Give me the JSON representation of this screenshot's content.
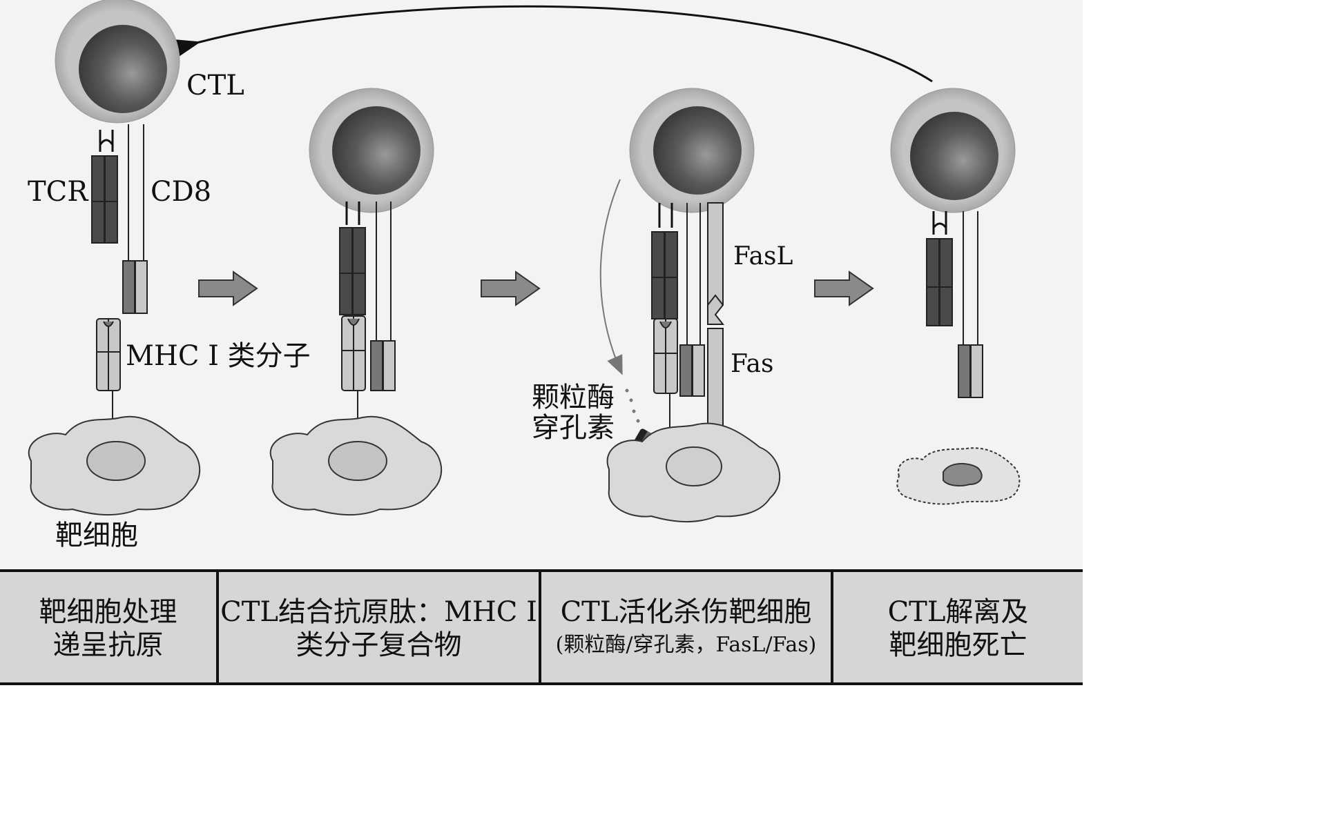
{
  "labels": {
    "ctl": "CTL",
    "tcr": "TCR",
    "cd8": "CD8",
    "mhc": "MHC I 类分子",
    "target_cell": "靶细胞",
    "fasl": "FasL",
    "fas": "Fas",
    "granzyme": "颗粒酶",
    "perforin": "穿孔素"
  },
  "captions": [
    {
      "line1": "靶细胞处理",
      "line2": "递呈抗原"
    },
    {
      "line1": "CTL结合抗原肽：MHC I",
      "line2": "类分子复合物"
    },
    {
      "line1": "CTL活化杀伤靶细胞",
      "line2": "(颗粒酶/穿孔素，FasL/Fas)"
    },
    {
      "line1": "CTL解离及",
      "line2": "靶细胞死亡"
    }
  ],
  "colors": {
    "scene_bg": "#f3f3f3",
    "cell_halo": "#bdbdbd",
    "cell_core": "#555555",
    "receptor_dark": "#4a4a4a",
    "receptor_light": "#c8c8c8",
    "target_cell": "#d9d9d9",
    "arrow": "#8a8a8a",
    "caption_bg": "#d6d6d6"
  }
}
